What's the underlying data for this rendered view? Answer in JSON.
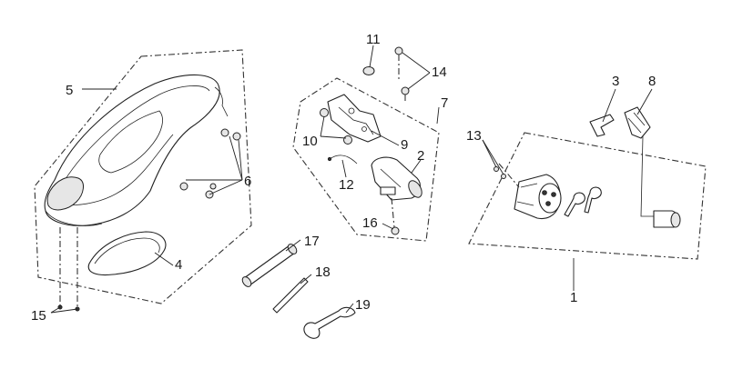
{
  "callouts": {
    "c1": "1",
    "c2": "2",
    "c3": "3",
    "c4": "4",
    "c5": "5",
    "c6": "6",
    "c7": "7",
    "c8": "8",
    "c9": "9",
    "c10": "10",
    "c11": "11",
    "c12": "12",
    "c13": "13",
    "c14": "14",
    "c15": "15",
    "c16": "16",
    "c17": "17",
    "c18": "18",
    "c19": "19"
  },
  "colors": {
    "line": "#222222",
    "background": "#ffffff",
    "shade": "#e6e6e6"
  }
}
